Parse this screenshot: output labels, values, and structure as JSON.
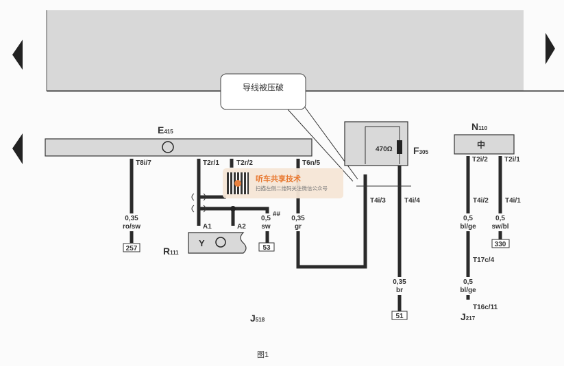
{
  "callout": "导线被压破",
  "components": {
    "e": {
      "main": "E",
      "sub": "415"
    },
    "r": {
      "main": "R",
      "sub": "111"
    },
    "f": {
      "main": "F",
      "sub": "305"
    },
    "n": {
      "main": "N",
      "sub": "110"
    },
    "j518": {
      "main": "J",
      "sub": "518"
    },
    "j217": {
      "main": "J",
      "sub": "217"
    }
  },
  "resistor": "470Ω",
  "pins": {
    "t8i7": "T8i/7",
    "t2r1": "T2r/1",
    "t2r2": "T2r/2",
    "t6n5": "T6n/5",
    "a1": "A1",
    "a2": "A2",
    "t4i3": "T4i/3",
    "t4i4": "T4i/4",
    "t2i2": "T2i/2",
    "t2i1": "T2i/1",
    "t4i2": "T4i/2",
    "t4i1": "T4i/1",
    "t17c4": "T17c/4",
    "t16c11": "T16c/11"
  },
  "wires": {
    "w1": {
      "size": "0,35",
      "color": "ro/sw"
    },
    "w2": {
      "size": "0,5",
      "mark": "##",
      "color": "sw"
    },
    "w3": {
      "size": "0,35",
      "color": "gr"
    },
    "w4": {
      "size": "0,35",
      "color": "br"
    },
    "w5": {
      "size": "0,5",
      "color": "bl/ge"
    },
    "w6": {
      "size": "0,5",
      "color": "sw/bl"
    },
    "w7": {
      "size": "0,5",
      "color": "bl/ge"
    }
  },
  "terminals": {
    "t257": "257",
    "t53": "53",
    "t51": "51",
    "t330": "330"
  },
  "caption": "图1",
  "watermark": {
    "title": "听车共享技术",
    "subtitle": "扫描左侧二维码关注微信公众号"
  }
}
